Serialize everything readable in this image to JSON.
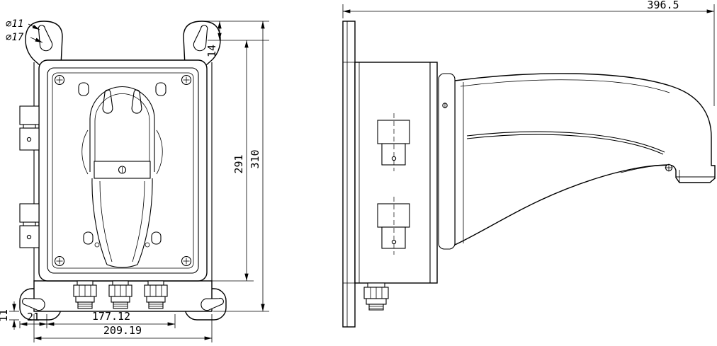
{
  "dimensions": {
    "dia_small": "∅11",
    "dia_large": "∅17",
    "tab_height": "14",
    "body_height": "291",
    "overall_height": "310",
    "inner_width": "177.12",
    "overall_width": "209.19",
    "edge_offset": "21",
    "base_thickness": "11",
    "overall_depth": "396.5"
  }
}
